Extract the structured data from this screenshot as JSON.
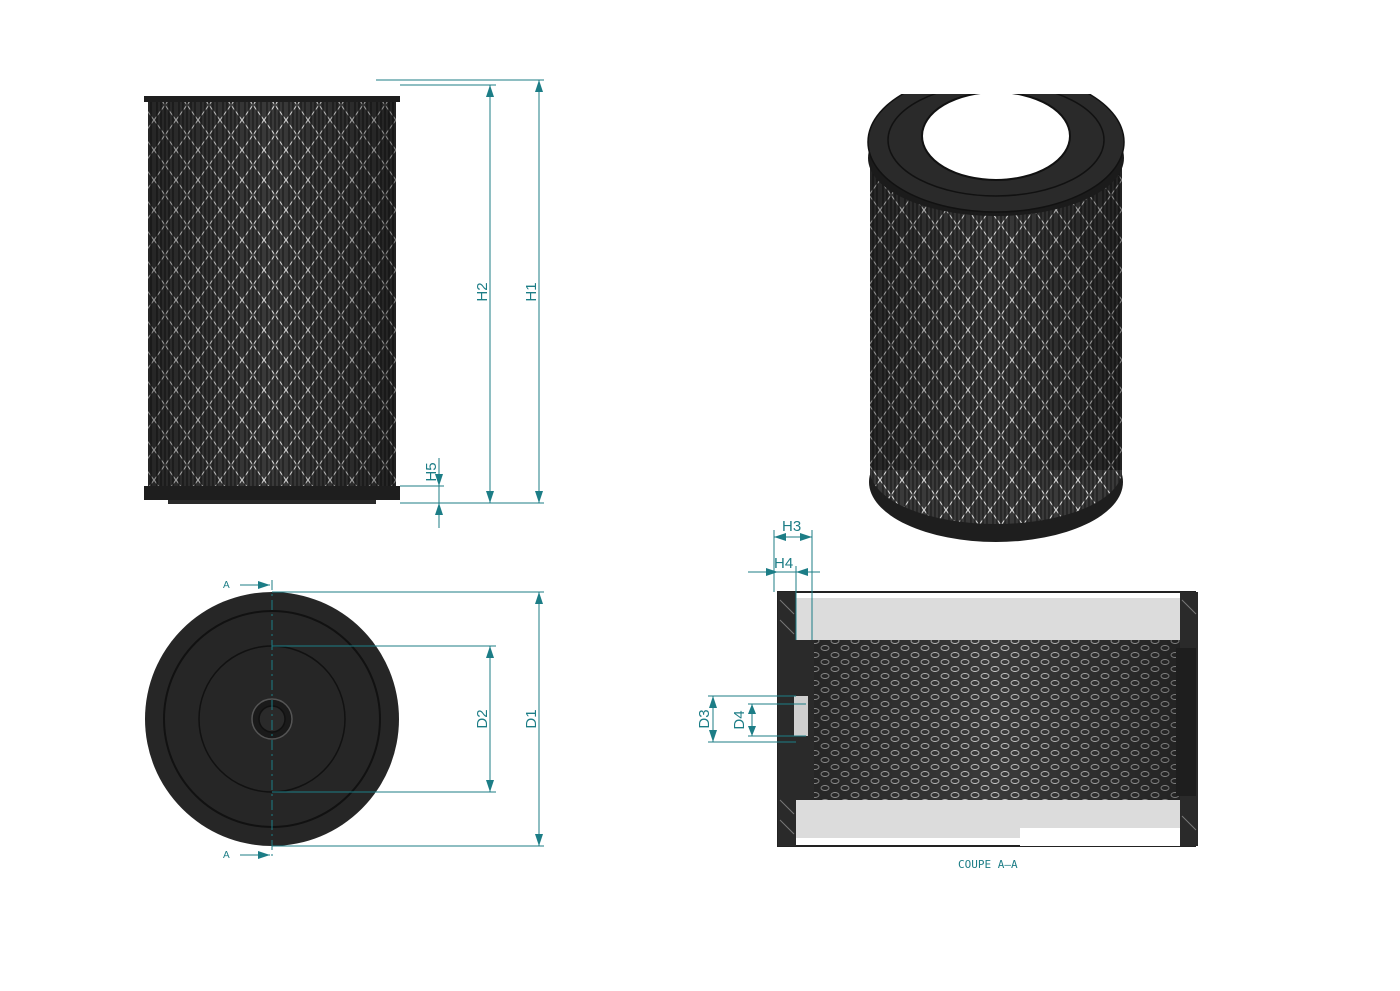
{
  "dimensions": {
    "h1": "H1",
    "h2": "H2",
    "h3": "H3",
    "h4": "H4",
    "h5": "H5",
    "d1": "D1",
    "d2": "D2",
    "d3": "D3",
    "d4": "D4"
  },
  "section_marks": {
    "top": "A",
    "bottom": "A"
  },
  "section_caption": "COUPE A–A",
  "colors": {
    "dimension": "#1c7d86",
    "body": "#2b2b2b",
    "cap": "#1e1e1e"
  }
}
